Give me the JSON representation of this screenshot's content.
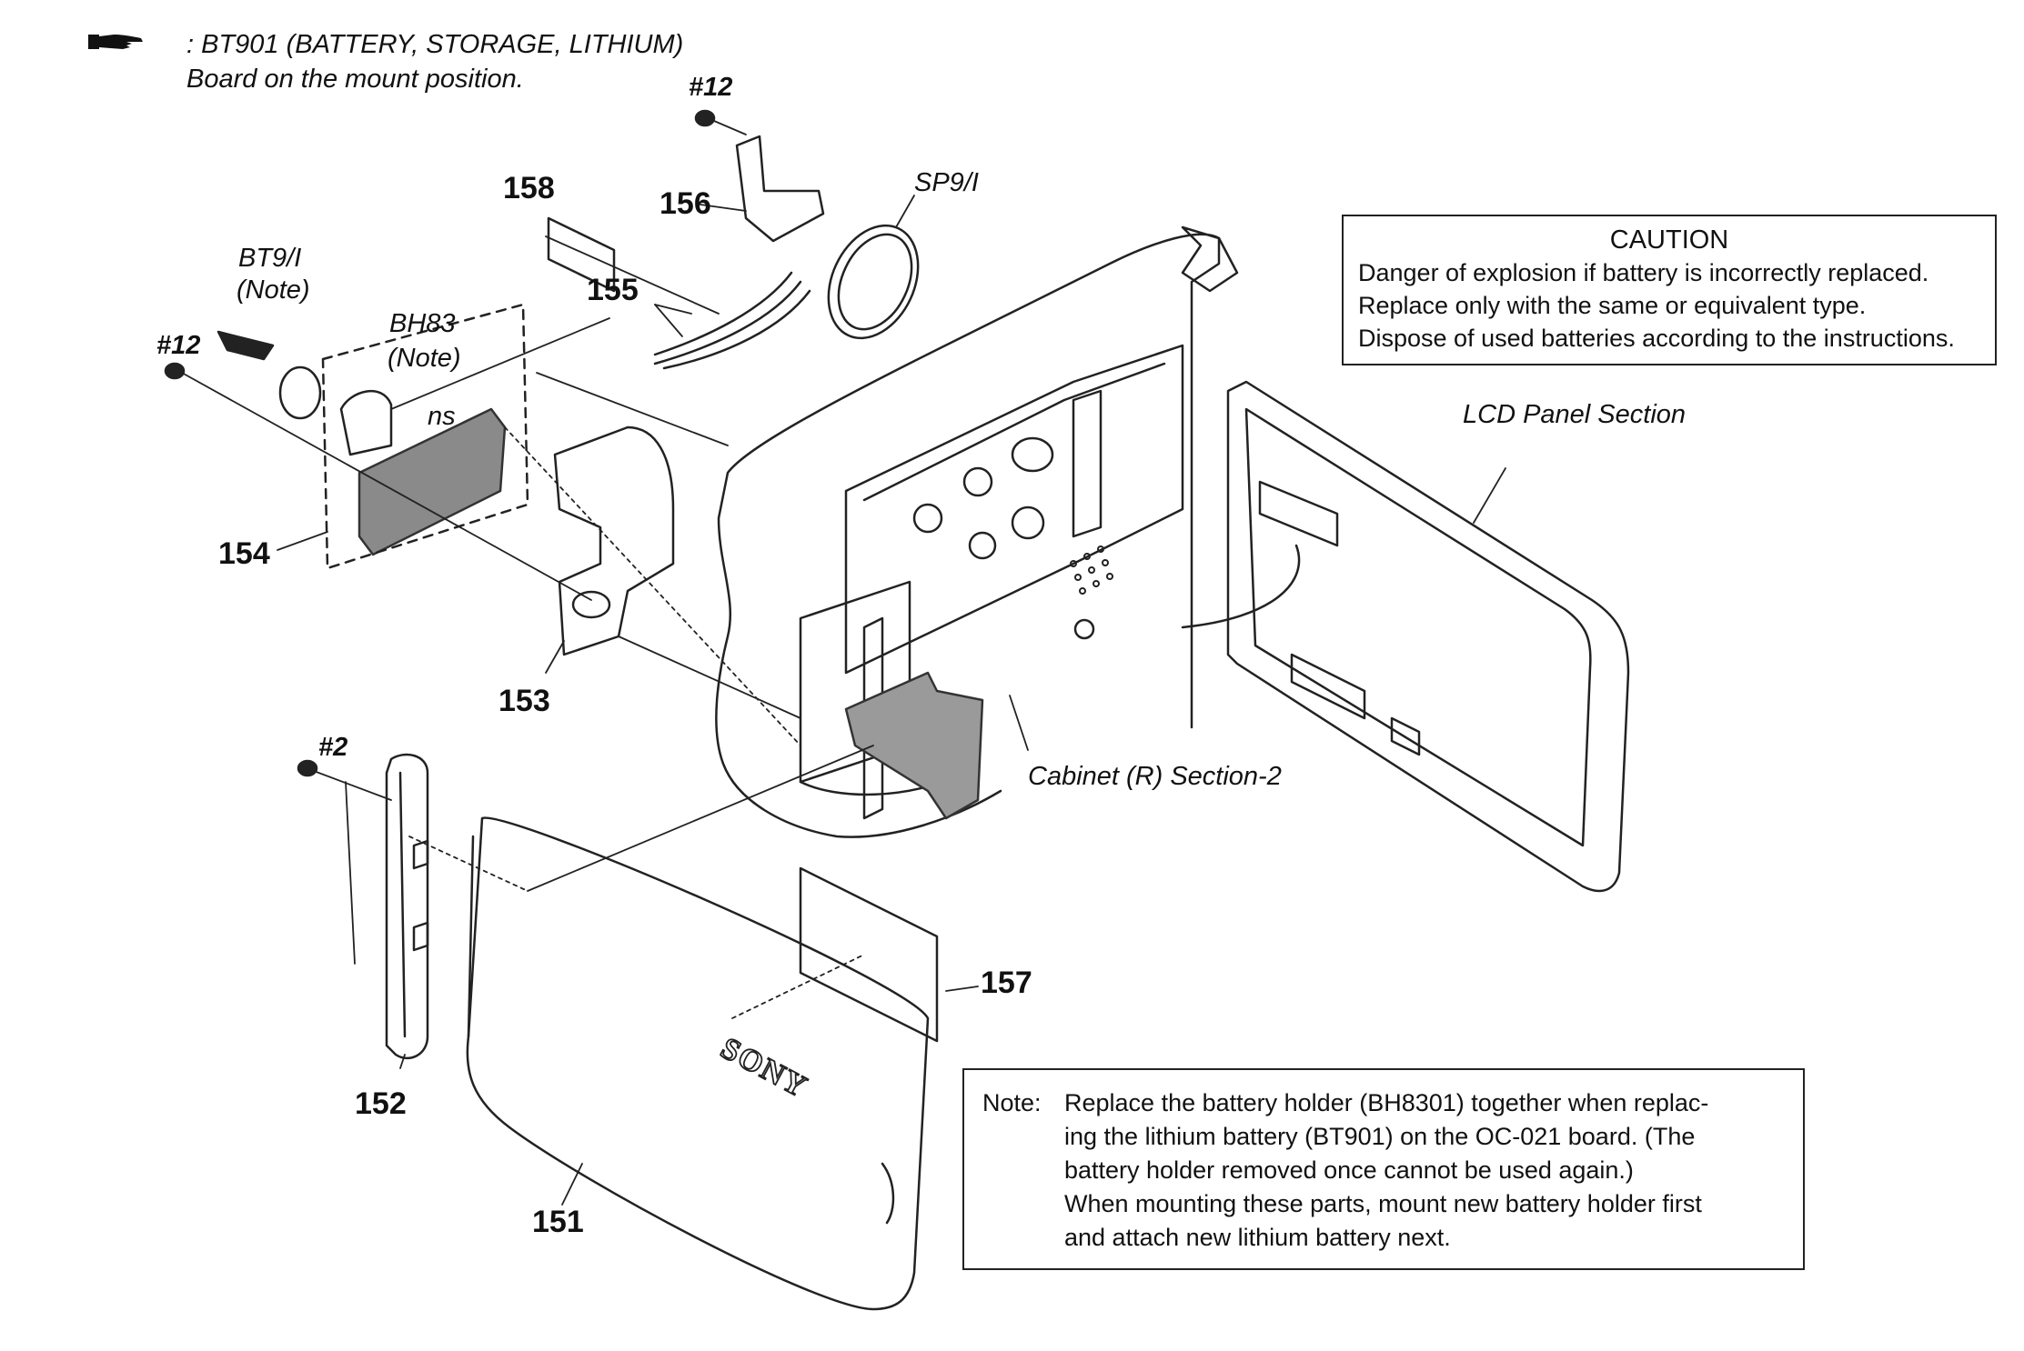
{
  "header": {
    "line1": ": BT901 (BATTERY, STORAGE, LITHIUM)",
    "line2": "Board on the mount position.",
    "pointer_icon": "pointing-hand-icon"
  },
  "parts": {
    "p151": "151",
    "p152": "152",
    "p153": "153",
    "p154": "154",
    "p155": "155",
    "p156": "156",
    "p157": "157",
    "p158": "158"
  },
  "refs": {
    "screw12_top": "#12",
    "screw12_left": "#12",
    "screw2": "#2",
    "sp901": "SP9/I",
    "bt901": "BT9/I",
    "bt901_note": "(Note)",
    "bh8301": "BH83",
    "bh8301_note": "(Note)",
    "ns": "ns",
    "lcd_panel": "LCD Panel Section",
    "cabinet_r": "Cabinet (R) Section-2"
  },
  "caution": {
    "title": "CAUTION",
    "line1": "Danger of explosion if battery is incorrectly replaced.",
    "line2": "Replace only with the same or equivalent type.",
    "line3": "Dispose of used batteries according to the instructions."
  },
  "note": {
    "head": "Note:",
    "line1": "Replace the battery holder (BH8301) together when replac-",
    "line2": "ing the lithium battery (BT901) on the OC-021 board. (The",
    "line3": "battery holder removed once cannot be used again.)",
    "line4": "When mounting these parts, mount new battery holder first",
    "line5": "and attach new lithium battery next."
  },
  "cabinet": {
    "brand": "SONY"
  }
}
